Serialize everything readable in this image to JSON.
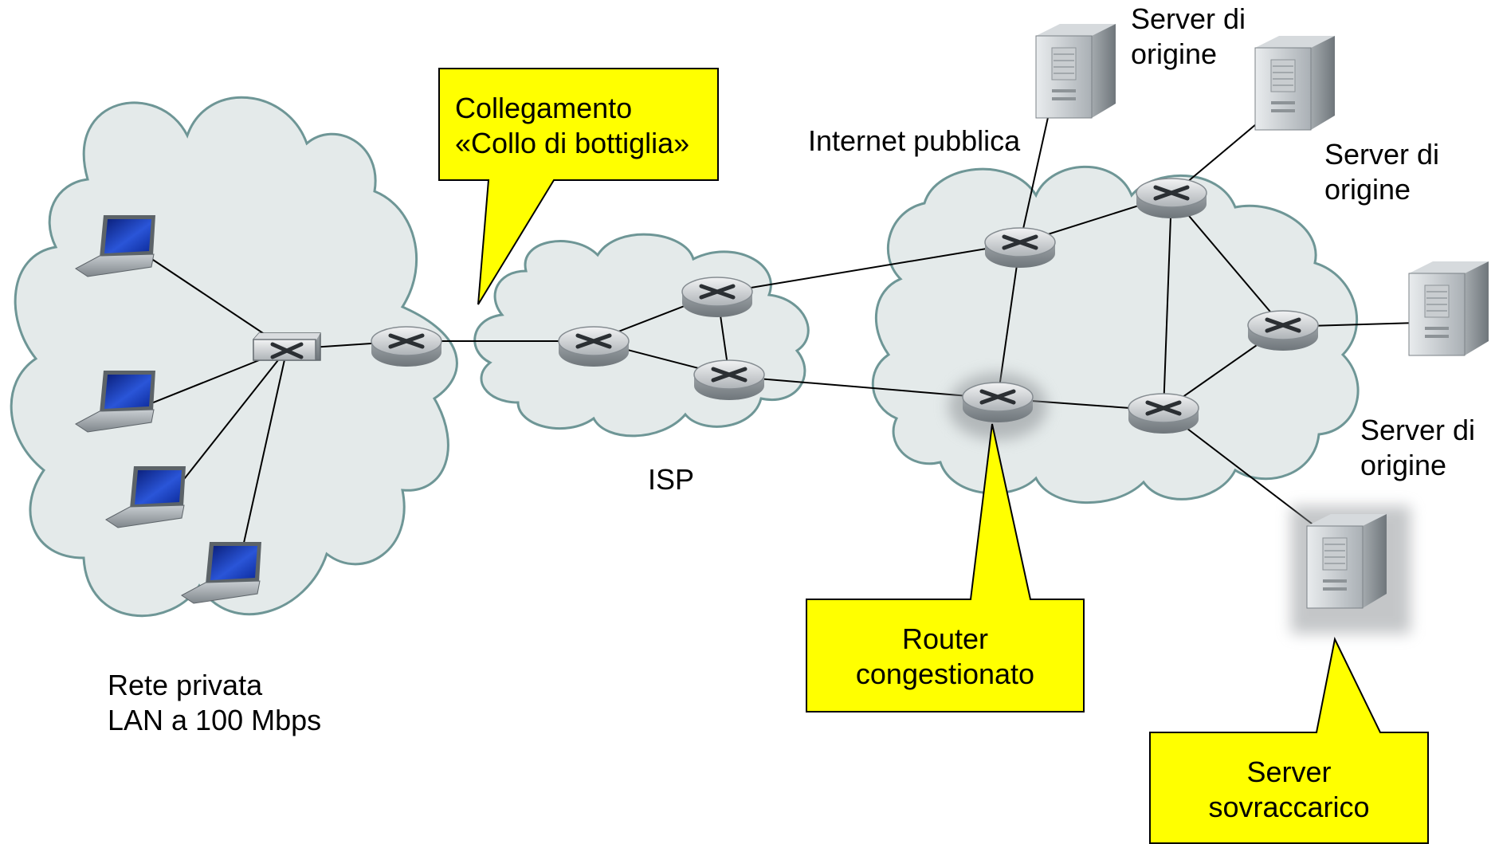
{
  "diagram": {
    "clouds": {
      "private_network": "Rete privata",
      "lan_speed": "LAN a 100 Mbps",
      "isp": "ISP",
      "public_internet": "Internet pubblica"
    },
    "servers": {
      "origin_1": [
        "Server di",
        "origine"
      ],
      "origin_2": [
        "Server di",
        "origine"
      ],
      "origin_3": [
        "Server di",
        "origine"
      ]
    },
    "callouts": {
      "bottleneck": [
        "Collegamento",
        "«Collo di bottiglia»"
      ],
      "congested_router": [
        "Router",
        "congestionato"
      ],
      "overloaded_server": [
        "Server",
        "sovraccarico"
      ]
    },
    "colors": {
      "cloud_fill": "#e4eaea",
      "cloud_stroke": "#6e9696",
      "callout_fill": "#ffff00",
      "router_body": "#b4b8bb",
      "laptop_screen": "#1d3fb8",
      "link": "#000000"
    },
    "icons": {
      "router": "router-icon",
      "switch": "switch-icon",
      "laptop": "laptop-icon",
      "server": "server-icon"
    }
  }
}
